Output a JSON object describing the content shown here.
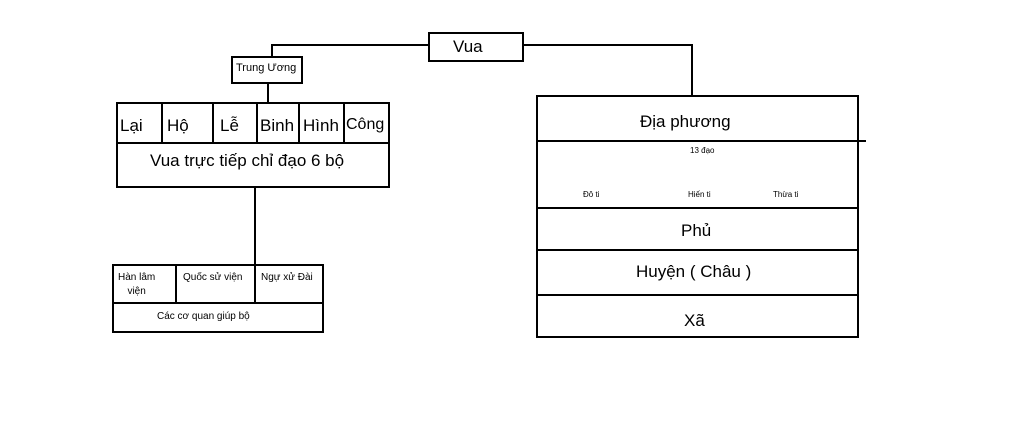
{
  "vua": "Vua",
  "trung_uong": "Trung Ương",
  "six_ministries": [
    "Lại",
    "Hộ",
    "Lễ",
    "Binh",
    "Hình",
    "Công"
  ],
  "ministry_caption": "Vua trực tiếp chỉ đạo 6 bộ",
  "support_agencies": [
    "Hàn lâm\nviện",
    "Quốc sử viện",
    "Ngự xử Đài"
  ],
  "support_caption": "Các cơ quan giúp bộ",
  "local": {
    "title": "Địa phương",
    "dao_label": "13 đạo",
    "dao_branches": [
      "Đô ti",
      "Hiến ti",
      "Thừa ti"
    ],
    "levels": [
      "Phủ",
      "Huyện ( Châu )",
      "Xã"
    ]
  }
}
